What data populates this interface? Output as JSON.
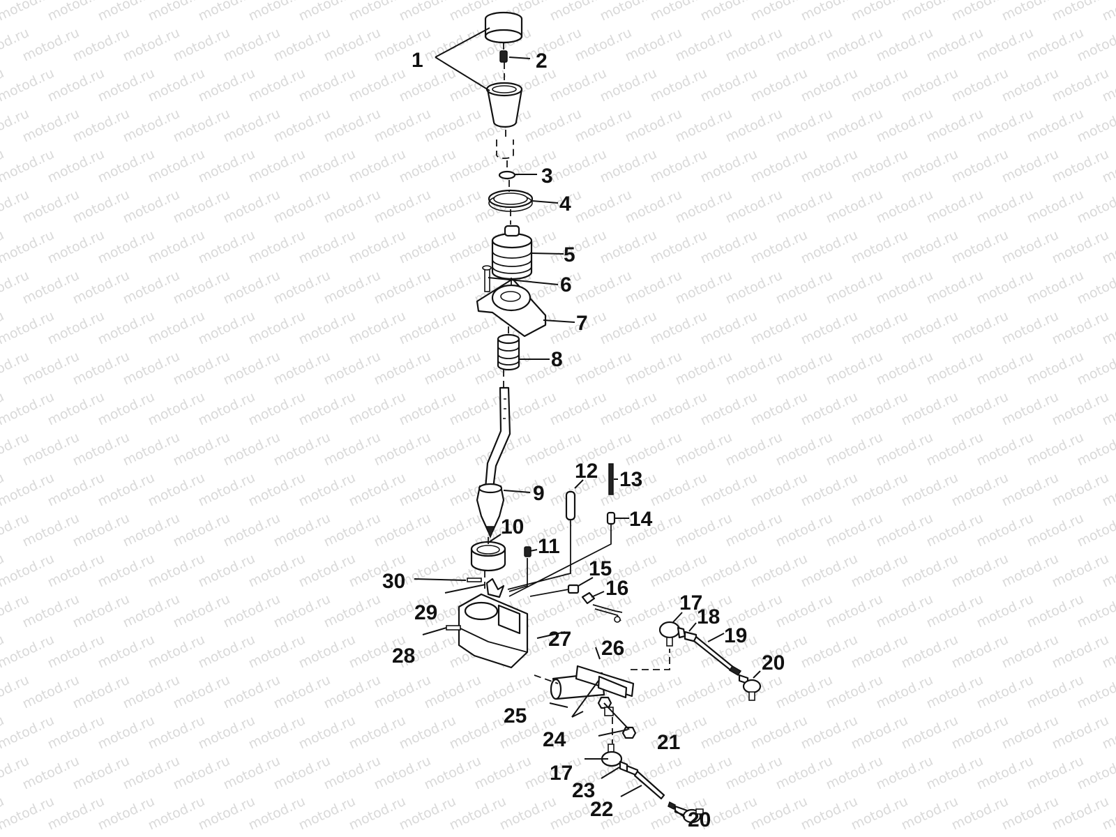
{
  "watermark": {
    "text": "motod.ru"
  },
  "callouts": [
    {
      "id": "c1",
      "text": "1"
    },
    {
      "id": "c2",
      "text": "2"
    },
    {
      "id": "c3",
      "text": "3"
    },
    {
      "id": "c4",
      "text": "4"
    },
    {
      "id": "c5",
      "text": "5"
    },
    {
      "id": "c6",
      "text": "6"
    },
    {
      "id": "c7",
      "text": "7"
    },
    {
      "id": "c8",
      "text": "8"
    },
    {
      "id": "c9",
      "text": "9"
    },
    {
      "id": "c10",
      "text": "10"
    },
    {
      "id": "c11",
      "text": "11"
    },
    {
      "id": "c12",
      "text": "12"
    },
    {
      "id": "c13",
      "text": "13"
    },
    {
      "id": "c14",
      "text": "14"
    },
    {
      "id": "c15",
      "text": "15"
    },
    {
      "id": "c16",
      "text": "16"
    },
    {
      "id": "c17a",
      "text": "17"
    },
    {
      "id": "c17b",
      "text": "17"
    },
    {
      "id": "c18",
      "text": "18"
    },
    {
      "id": "c19",
      "text": "19"
    },
    {
      "id": "c20a",
      "text": "20"
    },
    {
      "id": "c20b",
      "text": "20"
    },
    {
      "id": "c21",
      "text": "21"
    },
    {
      "id": "c22",
      "text": "22"
    },
    {
      "id": "c23",
      "text": "23"
    },
    {
      "id": "c24",
      "text": "24"
    },
    {
      "id": "c25",
      "text": "25"
    },
    {
      "id": "c26",
      "text": "26"
    },
    {
      "id": "c27",
      "text": "27"
    },
    {
      "id": "c28",
      "text": "28"
    },
    {
      "id": "c29",
      "text": "29"
    },
    {
      "id": "c30",
      "text": "30"
    }
  ]
}
